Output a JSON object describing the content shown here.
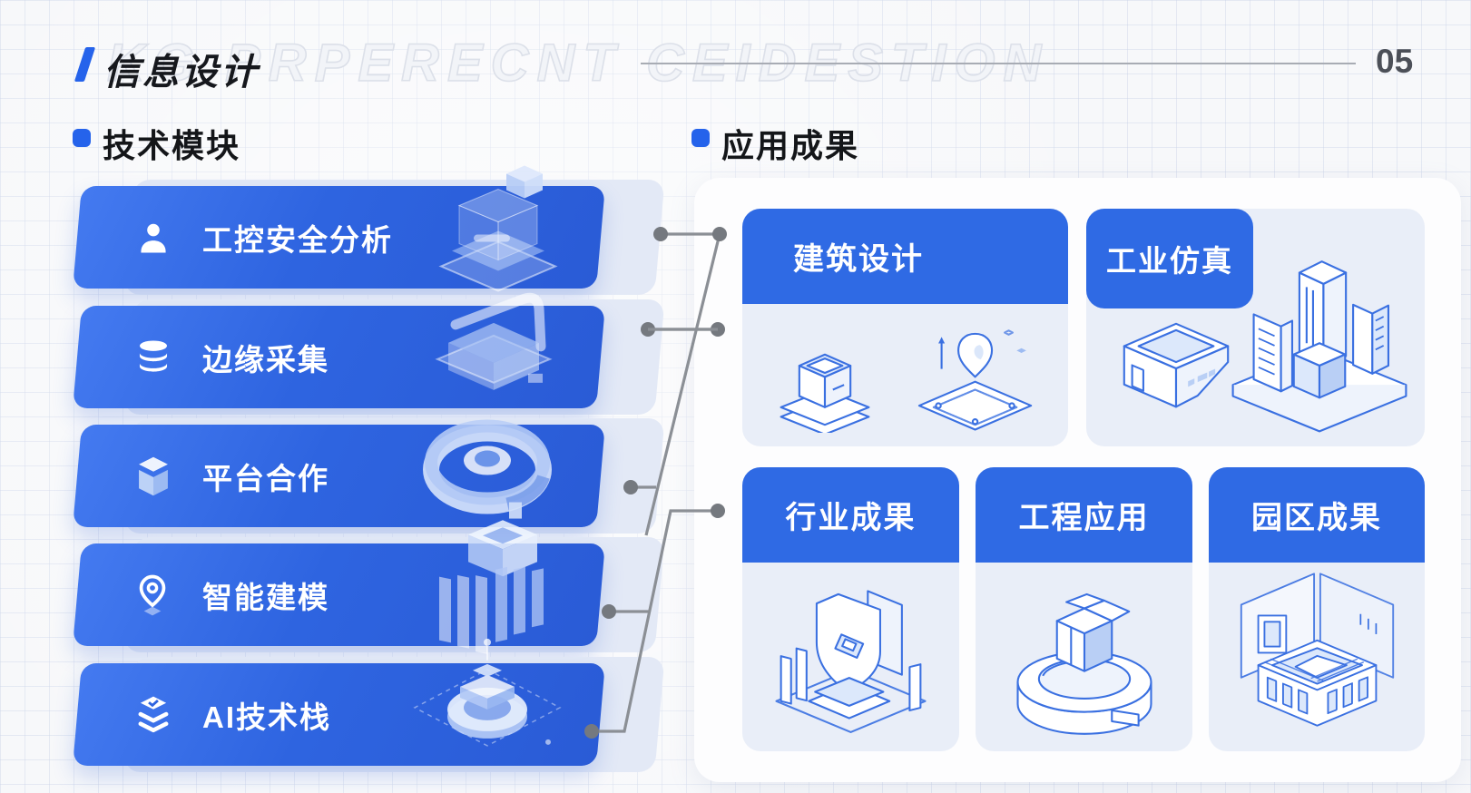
{
  "page": {
    "title": "信息设计",
    "watermark": "KG PRPERECNT CEIDESTION",
    "page_number": "05"
  },
  "left_section": {
    "heading": "技术模块",
    "modules": [
      {
        "label": "工控安全分析",
        "icon": "user-icon"
      },
      {
        "label": "边缘采集",
        "icon": "database-icon"
      },
      {
        "label": "平台合作",
        "icon": "cube-icon"
      },
      {
        "label": "智能建模",
        "icon": "location-pin-icon"
      },
      {
        "label": "AI技术栈",
        "icon": "layers-icon"
      }
    ]
  },
  "right_section": {
    "heading": "应用成果",
    "cards": [
      {
        "label": "建筑设计"
      },
      {
        "label": "工业仿真"
      },
      {
        "label": "行业成果"
      },
      {
        "label": "工程应用"
      },
      {
        "label": "园区成果"
      }
    ]
  },
  "colors": {
    "accent_blue": "#2563eb",
    "banner_blue": "#2e64e0",
    "card_header_blue": "#2f6ae4",
    "card_body": "#e9eef8",
    "panel_bg": "#fdfdfe",
    "page_bg": "#f7f8fa",
    "connector_gray": "#8b8f95",
    "line_art_blue": "#3a70e1"
  }
}
